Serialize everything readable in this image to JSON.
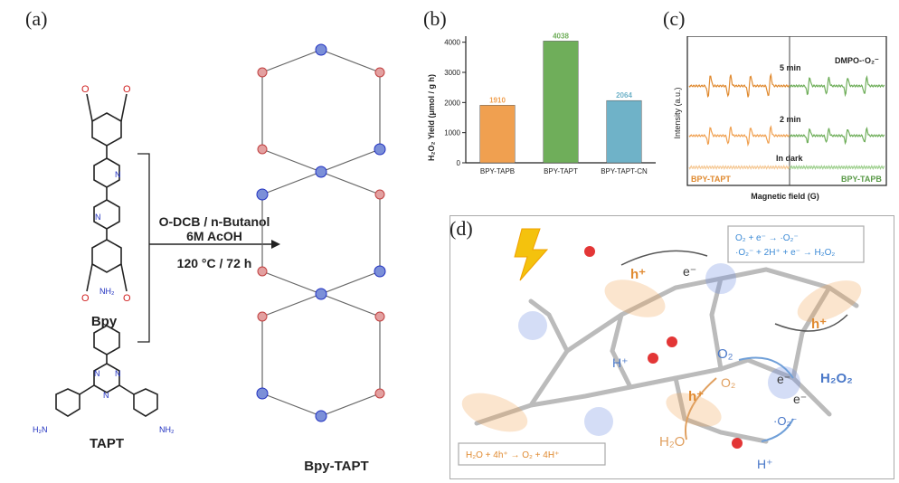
{
  "panels": {
    "a": {
      "letter": "(a)",
      "monomer1": "Bpy",
      "monomer2": "TAPT",
      "amine": "NH₂",
      "amine_left": "H₂N",
      "amine_right": "NH₂",
      "conditions": [
        "O-DCB / n-Butanol",
        "6M AcOH",
        "120 °C / 72 h"
      ],
      "product": "Bpy-TAPT"
    },
    "b": {
      "letter": "(b)",
      "ylabel": "H₂O₂ Yield (μmol / g h)"
    },
    "c": {
      "letter": "(c)",
      "ylabel": "Intensity (a.u.)",
      "xlabel": "Magnetic field (G)",
      "label_5min": "5 min",
      "label_2min": "2 min",
      "label_dark": "In dark",
      "left_sample": "BPY-TAPT",
      "right_sample": "BPY-TAPB",
      "adduct": "DMPO-·O₂⁻"
    },
    "d": {
      "letter": "(d)",
      "box_top_line1": "O₂ + e⁻ → ·O₂⁻",
      "box_top_line2": "·O₂⁻ + 2H⁺ + e⁻ → H₂O₂",
      "box_bottom": "H₂O + 4h⁺ → O₂ + 4H⁺",
      "h_plus_hole": "h⁺",
      "e_minus": "e⁻",
      "h_plus": "H⁺",
      "o2": "O₂",
      "h2o2": "H₂O₂",
      "h2o": "H₂O",
      "superoxide": "·O₂⁻"
    }
  },
  "colors": {
    "orange": "#f0a050",
    "green": "#6fae5a",
    "blue": "#6fb2c8",
    "teal": "#4a9bb5",
    "ox_orange": "#e08a30",
    "red": "#d02020",
    "navy": "#3050c0"
  },
  "chart_data": {
    "type": "bar",
    "categories": [
      "BPY-TAPB",
      "BPY-TAPT",
      "BPY-TAPT-CN"
    ],
    "values": [
      1910,
      4038,
      2064
    ],
    "ylabel": "H₂O₂ Yield (μmol / g h)",
    "ylim": [
      0,
      4200
    ],
    "yticks": [
      0,
      1000,
      2000,
      3000,
      4000
    ],
    "colors": [
      "#f0a050",
      "#6fae5a",
      "#6fb2c8"
    ],
    "grid": false
  }
}
